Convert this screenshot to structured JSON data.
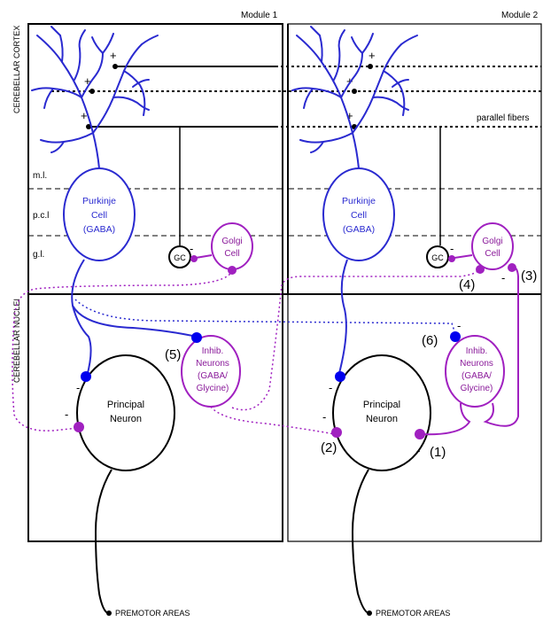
{
  "modules": {
    "module1_label": "Module 1",
    "module2_label": "Module 2"
  },
  "regions": {
    "cortex_label": "CEREBELLAR CORTEX",
    "nuclei_label": "CEREBELLAR NUCLEI"
  },
  "layers": {
    "ml": "m.l.",
    "pcl": "p.c.l",
    "gl": "g.l."
  },
  "fibers": {
    "parallel_fibers": "parallel fibers",
    "plus": "+"
  },
  "cells": {
    "purkinje_line1": "Purkinje",
    "purkinje_line2": "Cell",
    "purkinje_line3": "(GABA)",
    "golgi_line1": "Golgi",
    "golgi_line2": "Cell",
    "gc": "GC",
    "inhib_line1": "Inhib.",
    "inhib_line2": "Neurons",
    "inhib_line3": "(GABA/",
    "inhib_line4": "Glycine)",
    "principal_line1": "Principal",
    "principal_line2": "Neuron"
  },
  "signs": {
    "minus": "-"
  },
  "markers": {
    "m1": "(1)",
    "m2": "(2)",
    "m3": "(3)",
    "m4": "(4)",
    "m5": "(5)",
    "m6": "(6)"
  },
  "outputs": {
    "premotor": "PREMOTOR AREAS"
  },
  "colors": {
    "purkinje": "#2a2ad0",
    "synapse_blue": "#0000ee",
    "golgi": "#a020c0",
    "synapse_purple": "#a020c0",
    "outline": "#000000"
  }
}
